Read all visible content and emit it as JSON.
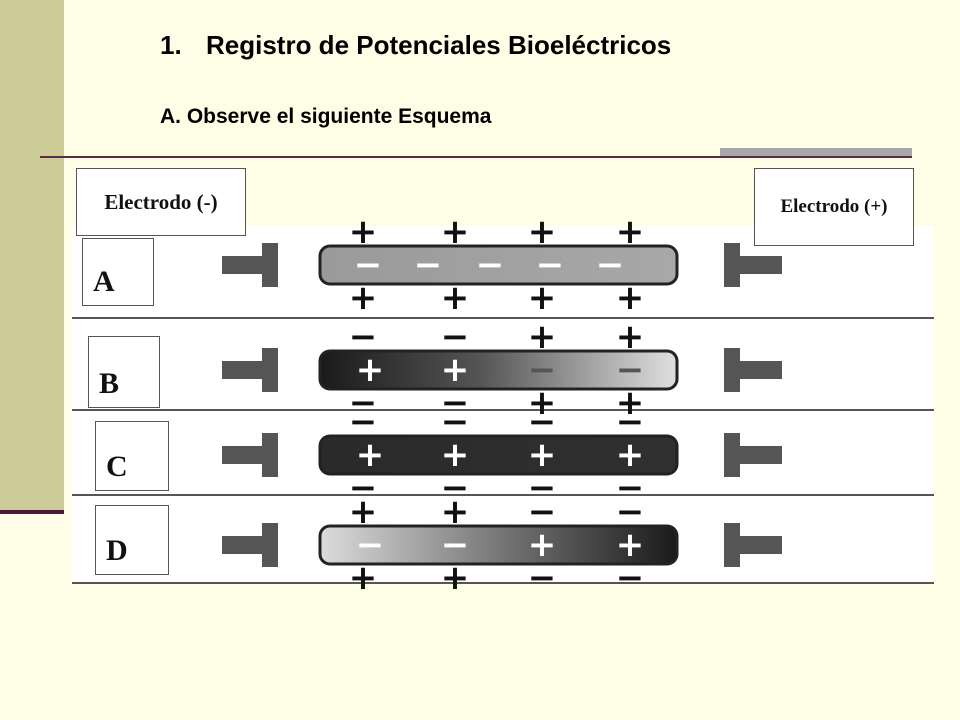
{
  "slide": {
    "title_number": "1.",
    "title": "Registro de Potenciales Bioeléctricos",
    "subtitle": "A. Observe el siguiente Esquema"
  },
  "electrodes": {
    "negative_label": "Electrodo (-)",
    "positive_label": "Electrodo (+)"
  },
  "rows": [
    {
      "label": "A",
      "above": [
        "+",
        "+",
        "+",
        "+"
      ],
      "inside": [
        "-",
        "-",
        "-",
        "-",
        "-"
      ],
      "below": [
        "+",
        "+",
        "+",
        "+"
      ]
    },
    {
      "label": "B",
      "above": [
        "-",
        "-",
        "+",
        "+"
      ],
      "inside": [
        "+",
        "+",
        "-",
        "-"
      ],
      "below": [
        "-",
        "-",
        "+",
        "+"
      ]
    },
    {
      "label": "C",
      "above": [
        "-",
        "-",
        "-",
        "-"
      ],
      "inside": [
        "+",
        "+",
        "+",
        "+"
      ],
      "below": [
        "-",
        "-",
        "-",
        "-"
      ]
    },
    {
      "label": "D",
      "above": [
        "+",
        "+",
        "-",
        "-"
      ],
      "inside": [
        "-",
        "-",
        "+",
        "+"
      ],
      "below": [
        "+",
        "+",
        "-",
        "-"
      ]
    }
  ],
  "colors": {
    "slide_background": "#fefee6",
    "side_bar": "#cdcb97",
    "accent_line": "#5a2a48",
    "electrode_shape": "#555555"
  }
}
